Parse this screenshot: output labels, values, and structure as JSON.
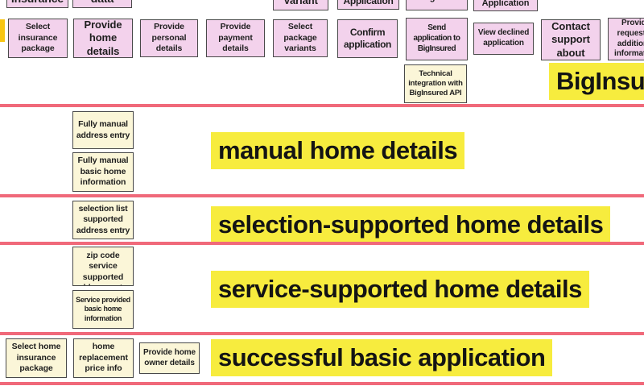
{
  "colors": {
    "sticky_pink": "#f3d2ec",
    "sticky_cream": "#fbf6d8",
    "highlight_yellow": "#f7ec3e",
    "divider_red": "#f0697a",
    "card_border": "#494949",
    "edge_marker_gold": "#f8c513"
  },
  "activity_row": {
    "cards": [
      {
        "label": "insurance"
      },
      {
        "label": "data"
      },
      {
        "label": "Variant"
      },
      {
        "label": "Application"
      },
      {
        "label": "Integration"
      },
      {
        "label": "Application"
      }
    ]
  },
  "step_row": {
    "cards": [
      {
        "label": "Select insurance package"
      },
      {
        "label": "Provide home details"
      },
      {
        "label": "Provide personal details"
      },
      {
        "label": "Provide payment details"
      },
      {
        "label": "Select package variants"
      },
      {
        "label": "Confirm application"
      },
      {
        "label": "Send application to BigInsured"
      },
      {
        "label": "View declined application"
      },
      {
        "label": "Contact support about"
      },
      {
        "label": "Provide requested additional information"
      }
    ]
  },
  "annotations": {
    "technical_note": "Technical integration with BigInsured API",
    "biginsured_label": "BigInsured"
  },
  "sections": [
    {
      "label": "manual home details",
      "cards": [
        {
          "label": "Fully manual address entry"
        },
        {
          "label": "Fully manual basic home information"
        }
      ]
    },
    {
      "label": "selection-supported home details",
      "cards": [
        {
          "label": "selection list supported address entry"
        }
      ]
    },
    {
      "label": "service-supported home details",
      "cards": [
        {
          "label": "zip code service supported address entry"
        },
        {
          "label": "Service provided basic home information"
        }
      ]
    },
    {
      "label": "successful basic application",
      "cards": [
        {
          "label": "Select home insurance package"
        },
        {
          "label": "home replacement price info"
        },
        {
          "label": "Provide home owner details"
        }
      ]
    }
  ]
}
